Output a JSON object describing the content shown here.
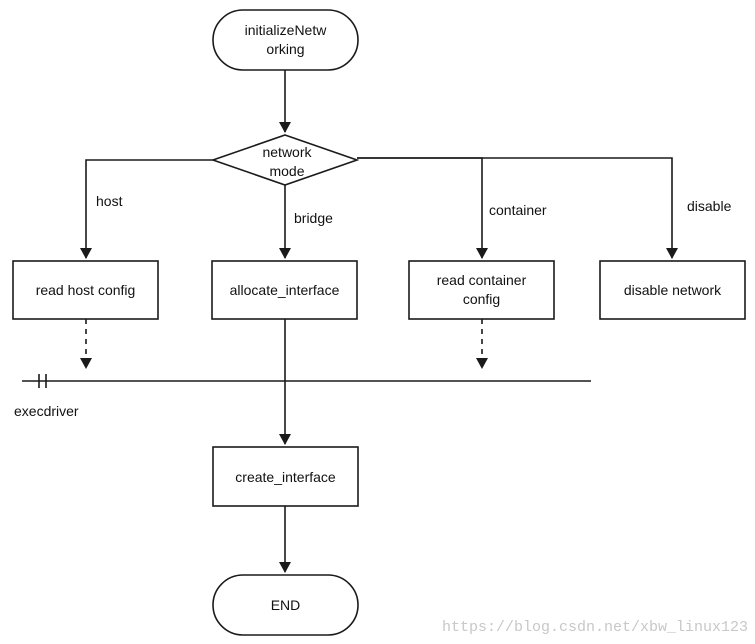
{
  "nodes": {
    "start": {
      "line1": "initializeNetw",
      "line2": "orking"
    },
    "decision": {
      "line1": "network",
      "line2": "mode"
    },
    "host": {
      "label": "read host config"
    },
    "bridge": {
      "label": "allocate_interface"
    },
    "container": {
      "line1": "read container",
      "line2": "config"
    },
    "disable": {
      "label": "disable network"
    },
    "create": {
      "label": "create_interface"
    },
    "end": {
      "label": "END"
    }
  },
  "edges": {
    "host": "host",
    "bridge": "bridge",
    "container": "container",
    "disable": "disable"
  },
  "boundary": {
    "label": "execdriver"
  },
  "watermark": "https://blog.csdn.net/xbw_linux123",
  "colors": {
    "stroke": "#1a1a1a",
    "fill": "#ffffff",
    "watermark": "#c8c8c8"
  }
}
